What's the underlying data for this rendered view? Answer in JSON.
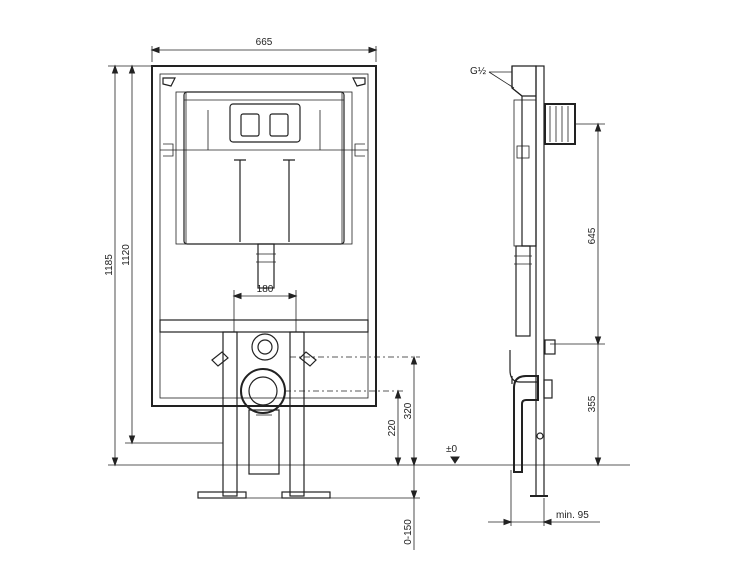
{
  "labels": {
    "frame_width": "665",
    "frame_height_total": "1185",
    "frame_height": "1120",
    "pipe_spacing": "180",
    "outlet_height": "220",
    "inlet_height": "320",
    "floor_adjust": "0-150",
    "floor_level": "±0",
    "thread_size": "G½",
    "side_height_upper": "645",
    "side_height_lower": "355",
    "min_depth": "min. 95"
  }
}
